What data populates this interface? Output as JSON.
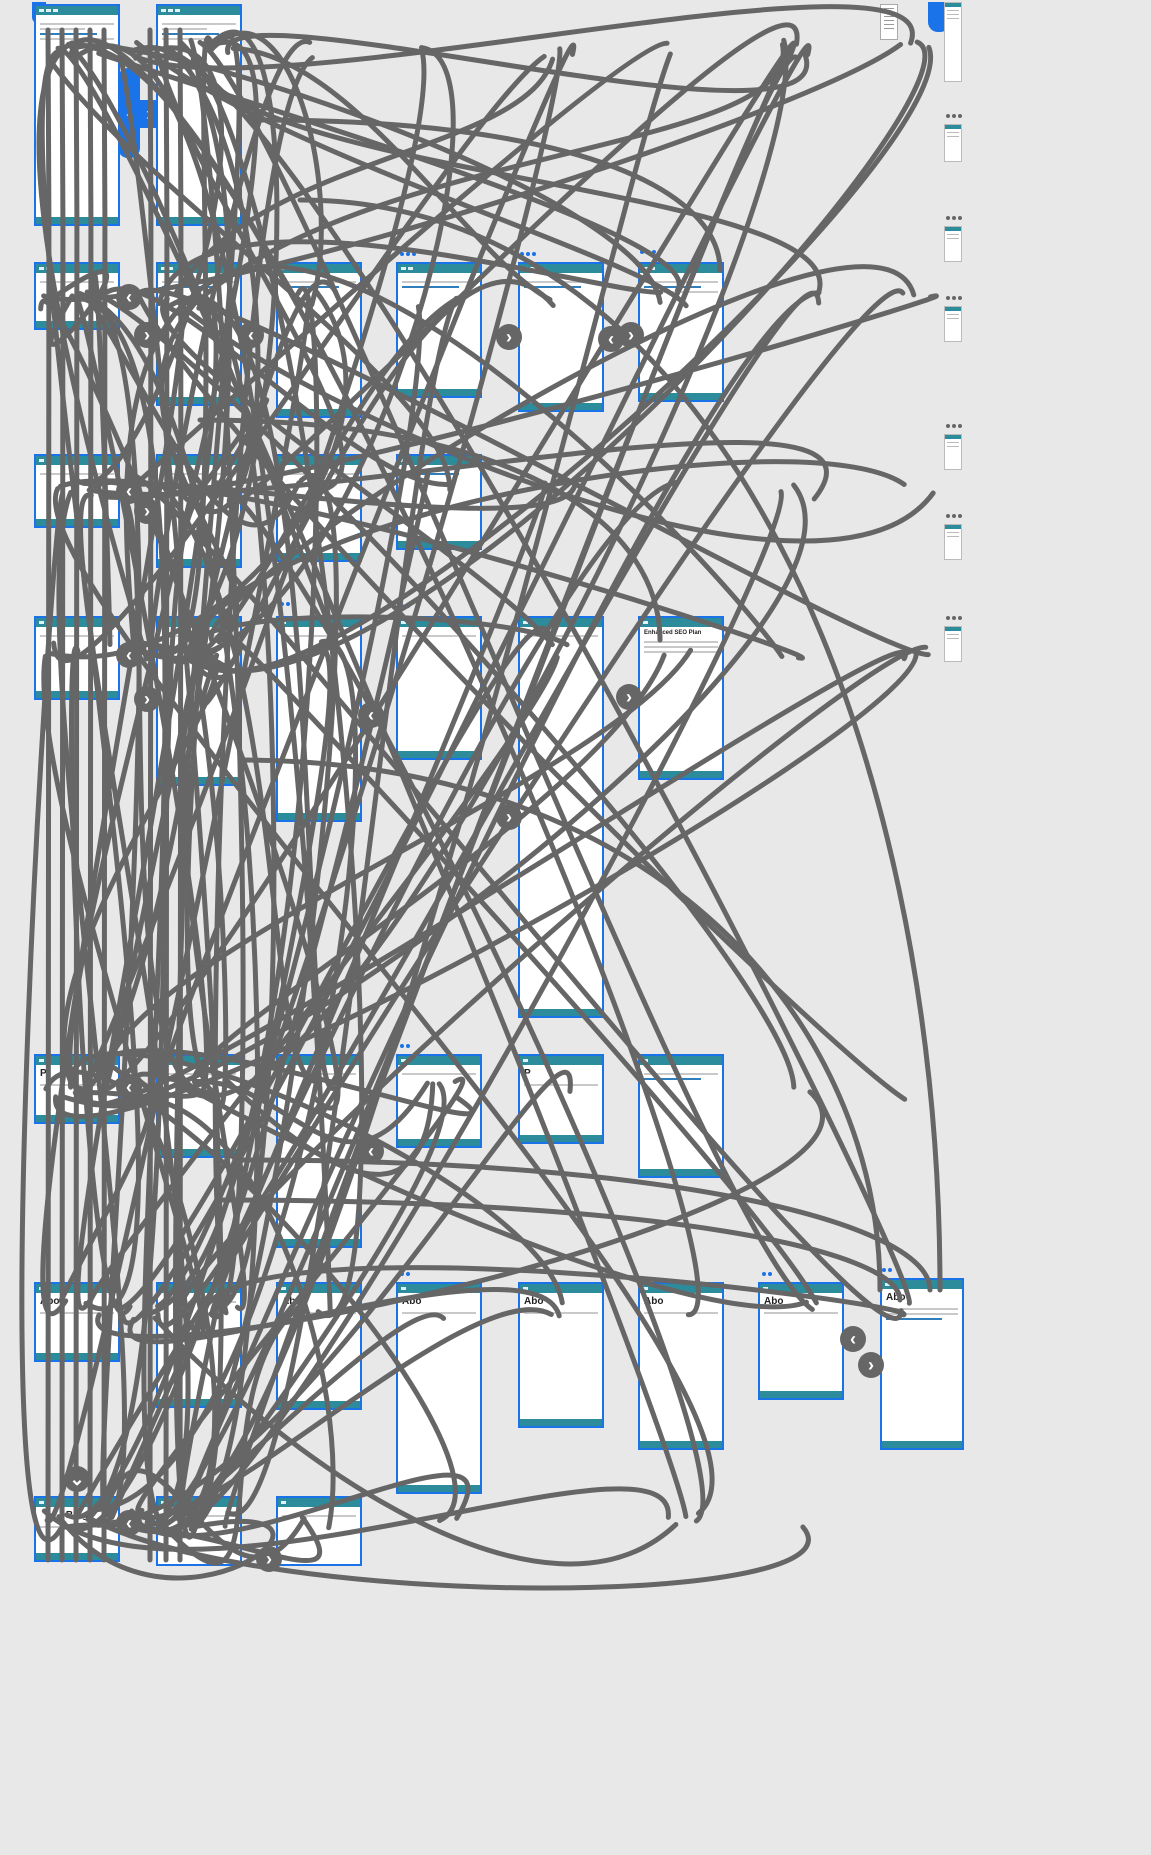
{
  "canvas": {
    "background": "#e8e8e8",
    "frame_border_color": "#1a73e8",
    "link_color": "#666666",
    "accent": "#2c8c9c"
  },
  "columns": {
    "pages": [
      {
        "id": "home-a",
        "title": ""
      },
      {
        "id": "home-b",
        "title": ""
      }
    ]
  },
  "rows": [
    {
      "id": "row-services",
      "frames": [
        {
          "title": ""
        },
        {
          "title": ""
        },
        {
          "title": ""
        },
        {
          "title": ""
        },
        {
          "title": ""
        },
        {
          "title": ""
        }
      ]
    },
    {
      "id": "row-services-2",
      "frames": [
        {
          "title": ""
        },
        {
          "title": ""
        },
        {
          "title": ""
        },
        {
          "title": ""
        }
      ]
    },
    {
      "id": "row-seo",
      "frames": [
        {
          "title": ""
        },
        {
          "title": ""
        },
        {
          "title": ""
        },
        {
          "title": ""
        },
        {
          "title": ""
        },
        {
          "title": "Enhanced SEO Plan"
        }
      ]
    },
    {
      "id": "row-pricing",
      "frames": [
        {
          "title": "Pr"
        },
        {
          "title": ""
        },
        {
          "title": ""
        },
        {
          "title": ""
        },
        {
          "title": "P"
        },
        {
          "title": ""
        }
      ]
    },
    {
      "id": "row-about",
      "frames": [
        {
          "title": "Abo"
        },
        {
          "title": ""
        },
        {
          "title": "Abo"
        },
        {
          "title": "Abo"
        },
        {
          "title": "Abo"
        },
        {
          "title": "Abo"
        },
        {
          "title": "Abo"
        },
        {
          "title": "Abo"
        }
      ]
    },
    {
      "id": "row-blog",
      "frames": [
        {
          "title": "Blog"
        },
        {
          "title": ""
        },
        {
          "title": ""
        }
      ]
    }
  ],
  "nav": {
    "prev_glyph": "‹",
    "next_glyph": "›",
    "down_glyph": "⌄"
  },
  "icons": {
    "prev": "chevron-left-icon",
    "next": "chevron-right-icon",
    "more": "more-dots-icon"
  }
}
